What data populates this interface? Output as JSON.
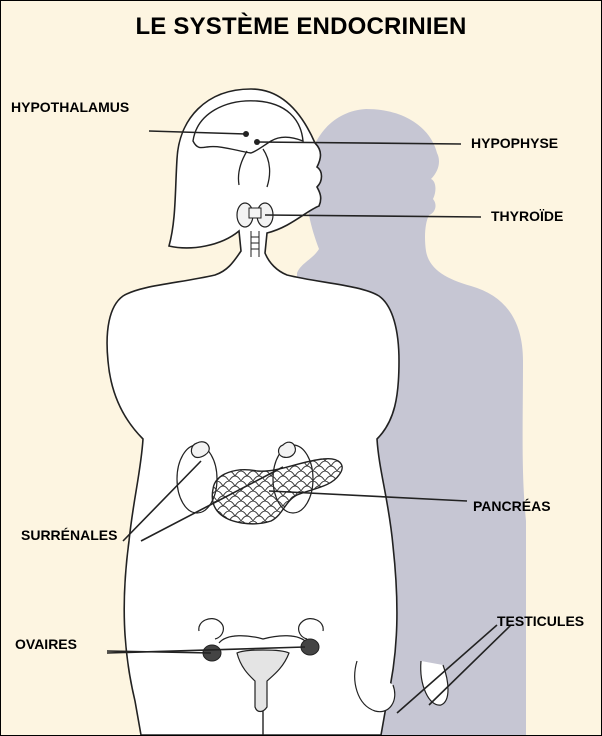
{
  "title": "LE SYSTÈME ENDOCRINIEN",
  "labels": {
    "hypothalamus": "HYPOTHALAMUS",
    "hypophyse": "HYPOPHYSE",
    "thyroide": "THYROÏDE",
    "pancreas": "PANCRÉAS",
    "surrenales": "SURRÉNALES",
    "ovaires": "OVAIRES",
    "testicules": "TESTICULES"
  },
  "colors": {
    "background": "#fdf5e1",
    "female_body": "#ffffff",
    "male_silhouette": "#c6c6d3",
    "outline": "#222222"
  }
}
